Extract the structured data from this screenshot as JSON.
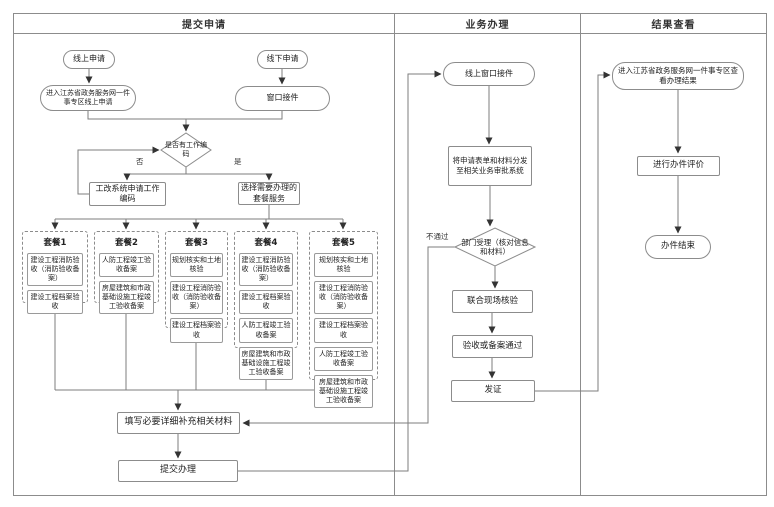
{
  "lanes": [
    {
      "title": "提交申请"
    },
    {
      "title": "业务办理"
    },
    {
      "title": "结果查看"
    }
  ],
  "lane1": {
    "online_apply": "线上申请",
    "offline_apply": "线下申请",
    "enter_portal": "进入江苏省政务服务网一件事专区线上申请",
    "window_accept": "窗口接件",
    "has_code_decision": "是否有工作编码",
    "no_label": "否",
    "yes_label": "是",
    "apply_code": "工改系统申请工作编码",
    "select_package": "选择需要办理的套餐服务",
    "packages": [
      {
        "title": "套餐1",
        "items": [
          "建设工程消防验收（消防验收备案）",
          "建设工程档案验收"
        ]
      },
      {
        "title": "套餐2",
        "items": [
          "人防工程竣工验收备案",
          "房屋建筑和市政基础设施工程竣工验收备案"
        ]
      },
      {
        "title": "套餐3",
        "items": [
          "规划核实和土地核验",
          "建设工程消防验收（消防验收备案）",
          "建设工程档案验收"
        ]
      },
      {
        "title": "套餐4",
        "items": [
          "建设工程消防验收（消防验收备案）",
          "建设工程档案验收",
          "人防工程竣工验收备案",
          "房屋建筑和市政基础设施工程竣工验收备案"
        ]
      },
      {
        "title": "套餐5",
        "items": [
          "规划核实和土地核验",
          "建设工程消防验收（消防验收备案）",
          "建设工程档案验收",
          "人防工程竣工验收备案",
          "房屋建筑和市政基础设施工程竣工验收备案"
        ]
      }
    ],
    "fill_materials": "填写必要详细补充相关材料",
    "submit": "提交办理"
  },
  "lane2": {
    "online_window_accept": "线上窗口接件",
    "distribute": "将申请表单和材料分发至相关业务审批系统",
    "dept_review": "部门受理（核对信息和材料）",
    "fail_label": "不通过",
    "joint_check": "联合现场核验",
    "pass": "验收或备案通过",
    "issue_cert": "发证"
  },
  "lane3": {
    "view_result": "进入江苏省政务服务网一件事专区查看办理结果",
    "evaluate": "进行办件评价",
    "end": "办件结束"
  },
  "colors": {
    "line": "#7e7e7e",
    "border": "#8c8c8c",
    "arrow": "#333333",
    "text": "#222222",
    "background": "#ffffff"
  }
}
